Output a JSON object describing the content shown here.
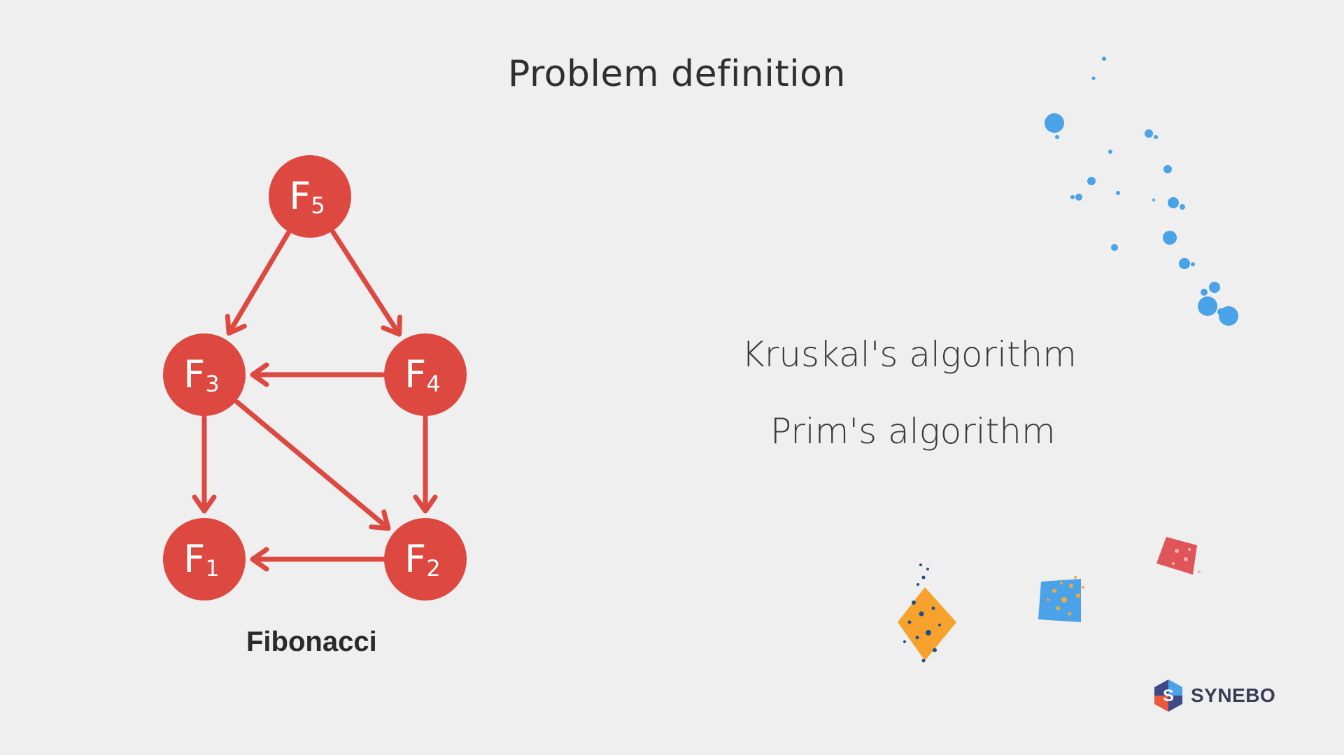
{
  "slide": {
    "title": "Problem definition",
    "algorithms": [
      "Kruskal's algorithm",
      "Prim's algorithm"
    ],
    "caption": "Fibonacci"
  },
  "diagram": {
    "node_color": "#dd4840",
    "edge_color": "#dd4840",
    "nodes": [
      {
        "id": "F5",
        "letter": "F",
        "sub": "5"
      },
      {
        "id": "F3",
        "letter": "F",
        "sub": "3"
      },
      {
        "id": "F4",
        "letter": "F",
        "sub": "4"
      },
      {
        "id": "F1",
        "letter": "F",
        "sub": "1"
      },
      {
        "id": "F2",
        "letter": "F",
        "sub": "2"
      }
    ],
    "edges": [
      {
        "from": "F5",
        "to": "F3"
      },
      {
        "from": "F5",
        "to": "F4"
      },
      {
        "from": "F4",
        "to": "F3"
      },
      {
        "from": "F3",
        "to": "F1"
      },
      {
        "from": "F3",
        "to": "F2"
      },
      {
        "from": "F4",
        "to": "F2"
      },
      {
        "from": "F2",
        "to": "F1"
      }
    ]
  },
  "decorations": {
    "splatter_blue": "#4aa3e8",
    "kite_orange": "#f7a22c",
    "square_blue": "#4aa3e8",
    "square_red": "#e0555a"
  },
  "brand": {
    "name": "SYNEBO",
    "logo_letter": "S",
    "icon": "synebo-logo-icon"
  }
}
